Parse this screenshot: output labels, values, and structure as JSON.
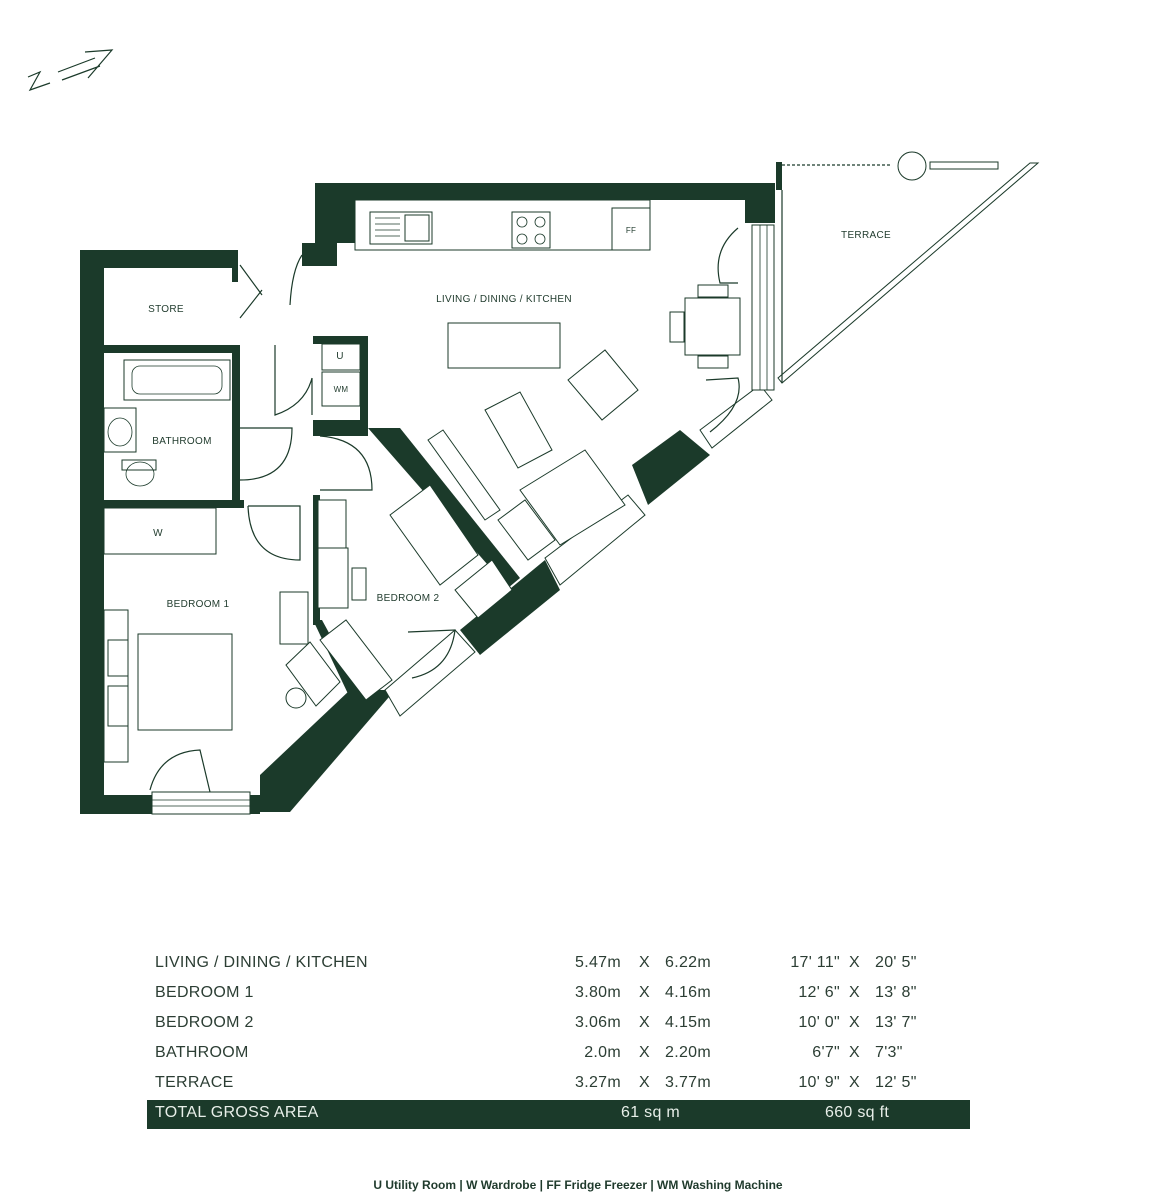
{
  "plan": {
    "rooms": {
      "living": "LIVING / DINING / KITCHEN",
      "store": "STORE",
      "bathroom": "BATHROOM",
      "bedroom1": "BEDROOM 1",
      "bedroom2": "BEDROOM 2",
      "terrace": "TERRACE",
      "utility": "U",
      "washing_machine": "WM",
      "wardrobe": "W",
      "fridge_freezer": "FF"
    },
    "north": "N",
    "wall_color": "#1b3a2a"
  },
  "schedule": {
    "rows": [
      {
        "name": "LIVING / DINING / KITCHEN",
        "m1": "5.47m",
        "x1": "X",
        "m2": "6.22m",
        "f1": "17' 11\"",
        "x2": "X",
        "f2": "20' 5\""
      },
      {
        "name": "BEDROOM 1",
        "m1": "3.80m",
        "x1": "X",
        "m2": "4.16m",
        "f1": "12' 6\"",
        "x2": "X",
        "f2": "13' 8\""
      },
      {
        "name": "BEDROOM 2",
        "m1": "3.06m",
        "x1": "X",
        "m2": "4.15m",
        "f1": "10' 0\"",
        "x2": "X",
        "f2": "13' 7\""
      },
      {
        "name": "BATHROOM",
        "m1": "2.0m",
        "x1": "X",
        "m2": "2.20m",
        "f1": "6'7\"",
        "x2": "X",
        "f2": "7'3\""
      },
      {
        "name": "TERRACE",
        "m1": "3.27m",
        "x1": "X",
        "m2": "3.77m",
        "f1": "10' 9\"",
        "x2": "X",
        "f2": "12' 5\""
      }
    ],
    "total": {
      "label": "TOTAL GROSS AREA",
      "sqm": "61 sq m",
      "sqft": "660 sq ft"
    }
  },
  "legend": "U Utility Room | W Wardrobe | FF Fridge Freezer | WM Washing Machine"
}
